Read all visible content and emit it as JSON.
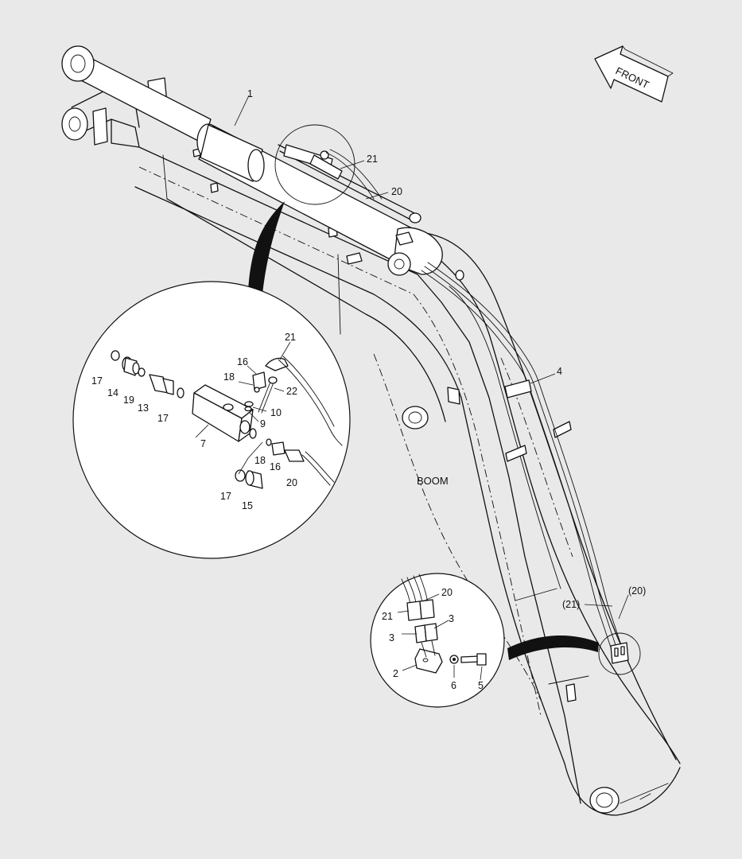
{
  "diagram": {
    "front_label": "FRONT",
    "boom_label": "BOOM",
    "main_callouts": {
      "c1": "1",
      "c21": "21",
      "c20": "20",
      "c4": "4",
      "c21_paren": "(21)",
      "c20_paren": "(20)"
    },
    "detail_upper": {
      "c21": "21",
      "c16a": "16",
      "c18a": "18",
      "c22": "22",
      "c10": "10",
      "c9": "9",
      "c17a": "17",
      "c14": "14",
      "c19": "19",
      "c13": "13",
      "c17b": "17",
      "c7": "7",
      "c18b": "18",
      "c16b": "16",
      "c20": "20",
      "c17c": "17",
      "c15": "15"
    },
    "detail_lower": {
      "c20": "20",
      "c21": "21",
      "c3a": "3",
      "c3b": "3",
      "c2": "2",
      "c6": "6",
      "c5": "5"
    }
  }
}
